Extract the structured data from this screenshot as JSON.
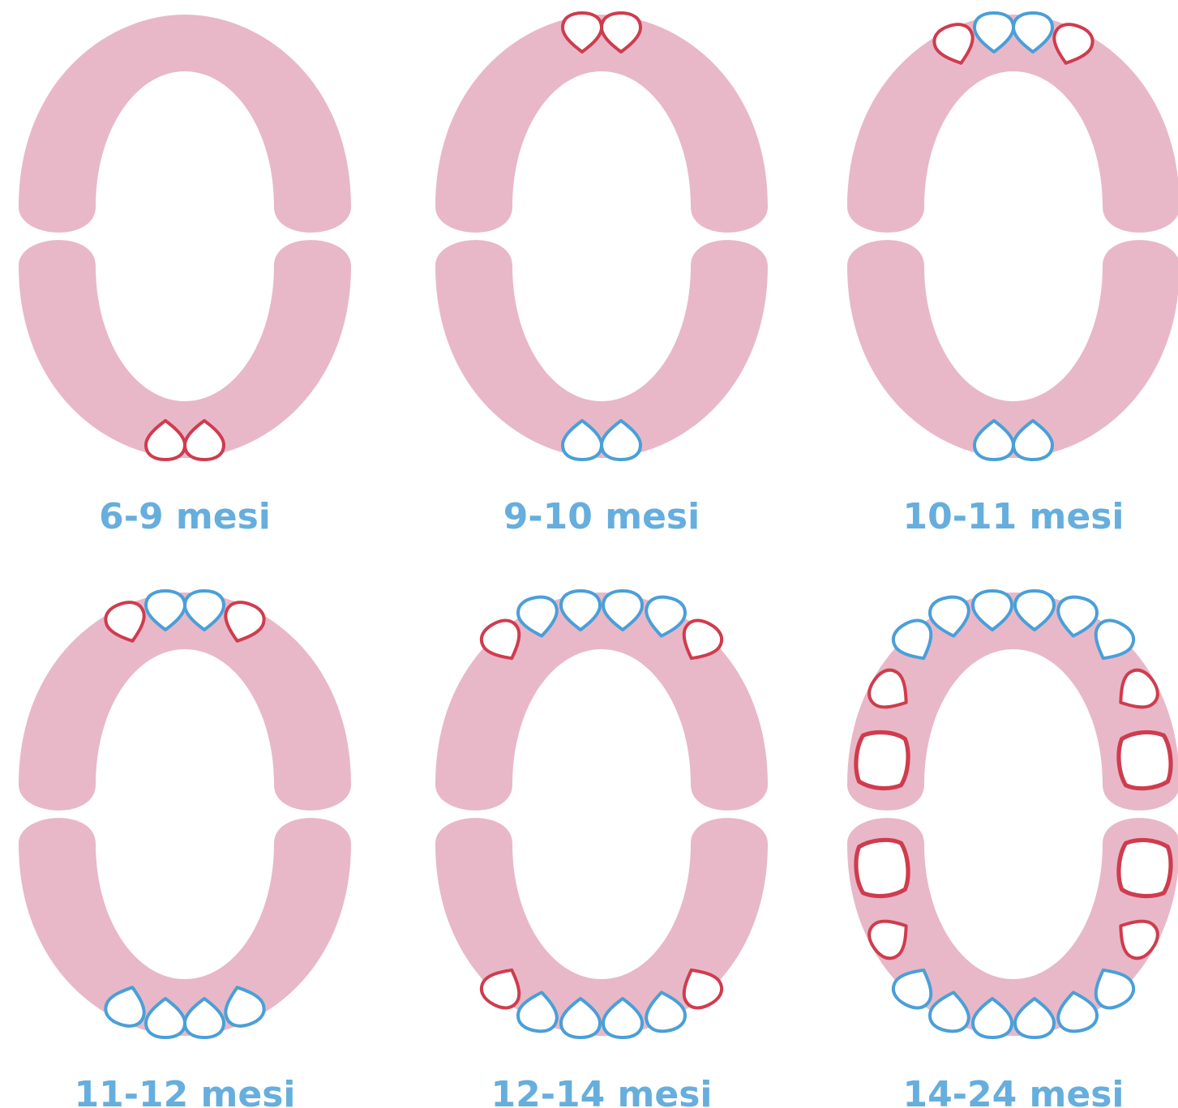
{
  "colors": {
    "gum": "#e8b8c8",
    "new_tooth": "#cf3c4e",
    "existing_tooth": "#4a9fd8",
    "caption": "#66aedd",
    "background": "#ffffff"
  },
  "stages": [
    {
      "label": "6-9 mesi",
      "upper": {
        "red": [],
        "blue": []
      },
      "lower": {
        "red": [
          "central-left",
          "central-right"
        ],
        "blue": []
      }
    },
    {
      "label": "9-10 mesi",
      "upper": {
        "red": [
          "central-left",
          "central-right"
        ],
        "blue": []
      },
      "lower": {
        "red": [],
        "blue": [
          "central-left",
          "central-right"
        ]
      }
    },
    {
      "label": "10-11 mesi",
      "upper": {
        "red": [
          "lateral-left",
          "lateral-right"
        ],
        "blue": [
          "central-left",
          "central-right"
        ]
      },
      "lower": {
        "red": [],
        "blue": [
          "central-left",
          "central-right"
        ]
      }
    },
    {
      "label": "11-12 mesi",
      "upper": {
        "red": [
          "lateral-left",
          "lateral-right"
        ],
        "blue": [
          "central-left",
          "central-right"
        ]
      },
      "lower": {
        "red": [],
        "blue": [
          "lateral-left",
          "central-left",
          "central-right",
          "lateral-right"
        ]
      }
    },
    {
      "label": "12-14 mesi",
      "upper": {
        "red": [
          "first-molar-left",
          "first-molar-right"
        ],
        "blue": [
          "lateral-left",
          "central-left",
          "central-right",
          "lateral-right"
        ]
      },
      "lower": {
        "red": [
          "first-molar-left",
          "first-molar-right"
        ],
        "blue": [
          "lateral-left",
          "central-left",
          "central-right",
          "lateral-right"
        ]
      }
    },
    {
      "label": "14-24 mesi",
      "upper": {
        "red": [
          "canine-left",
          "canine-right",
          "second-molar-left",
          "second-molar-right"
        ],
        "blue": [
          "first-molar-left",
          "lateral-left",
          "central-left",
          "central-right",
          "lateral-right",
          "first-molar-right"
        ]
      },
      "lower": {
        "red": [
          "canine-left",
          "canine-right",
          "second-molar-left",
          "second-molar-right"
        ],
        "blue": [
          "first-molar-left",
          "lateral-left",
          "central-left",
          "central-right",
          "lateral-right",
          "first-molar-right"
        ]
      }
    }
  ]
}
